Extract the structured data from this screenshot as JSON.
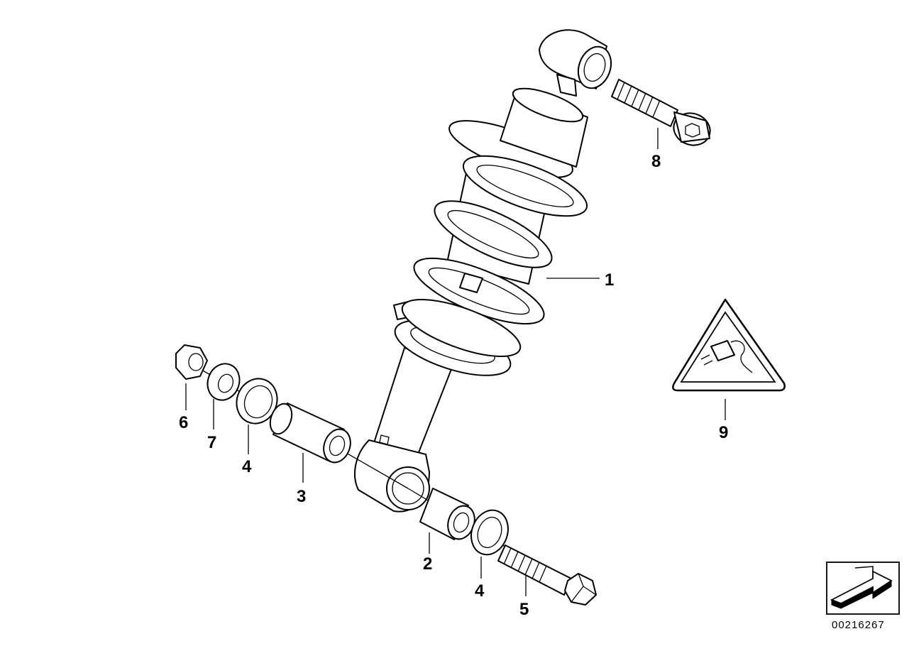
{
  "callouts": {
    "c1": "1",
    "c2": "2",
    "c3": "3",
    "c4a": "4",
    "c4b": "4",
    "c5": "5",
    "c6": "6",
    "c7": "7",
    "c8": "8",
    "c9": "9"
  },
  "document_number": "00216267",
  "icons": {
    "warning_triangle": "electrical-connector-warning-icon",
    "navigation_arrow": "forward-arrow-icon"
  }
}
